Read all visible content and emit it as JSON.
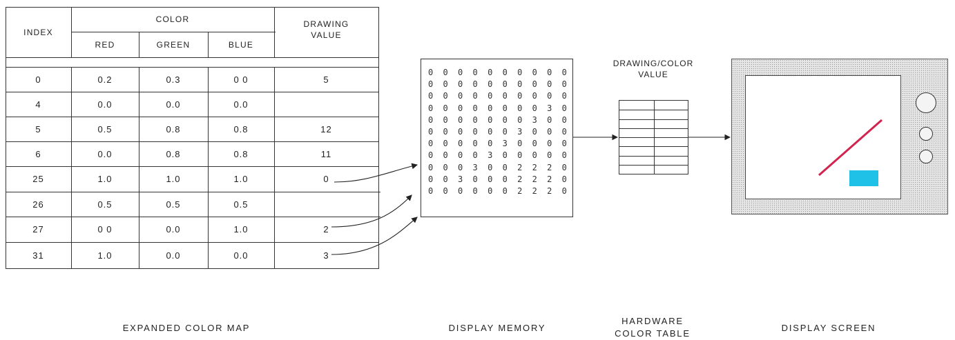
{
  "color_map": {
    "headers": {
      "index": "INDEX",
      "color": "COLOR",
      "red": "RED",
      "green": "GREEN",
      "blue": "BLUE",
      "drawing_value_line1": "DRAWING",
      "drawing_value_line2": "VALUE"
    },
    "rows": [
      {
        "index": "0",
        "red": "0.2",
        "green": "0.3",
        "blue": "0 0",
        "drawing": "5"
      },
      {
        "index": "4",
        "red": "0.0",
        "green": "0.0",
        "blue": "0.0",
        "drawing": ""
      },
      {
        "index": "5",
        "red": "0.5",
        "green": "0.8",
        "blue": "0.8",
        "drawing": "12"
      },
      {
        "index": "6",
        "red": "0.0",
        "green": "0.8",
        "blue": "0.8",
        "drawing": "11"
      },
      {
        "index": "25",
        "red": "1.0",
        "green": "1.0",
        "blue": "1.0",
        "drawing": "0"
      },
      {
        "index": "26",
        "red": "0.5",
        "green": "0.5",
        "blue": "0.5",
        "drawing": ""
      },
      {
        "index": "27",
        "red": "0 0",
        "green": "0.0",
        "blue": "1.0",
        "drawing": "2"
      },
      {
        "index": "31",
        "red": "1.0",
        "green": "0.0",
        "blue": "0.0",
        "drawing": "3"
      }
    ]
  },
  "display_memory": {
    "rows": [
      "0 0 0 0 0 0 0 0 0 0",
      "0 0 0 0 0 0 0 0 0 0",
      "0 0 0 0 0 0 0 0 0 0",
      "0 0 0 0 0 0 0 0 3 0",
      "0 0 0 0 0 0 0 3 0 0",
      "0 0 0 0 0 0 3 0 0 0",
      "0 0 0 0 0 3 0 0 0 0",
      "0 0 0 0 3 0 0 0 0 0",
      "0 0 0 3 0 0 2 2 2 0",
      "0 0 3 0 0 0 2 2 2 0",
      "0 0 0 0 0 0 2 2 2 0"
    ]
  },
  "hardware_table": {
    "caption_line1": "DRAWING/COLOR",
    "caption_line2": "VALUE",
    "row_count": 8
  },
  "display_screen": {
    "line_color": "#d2234e",
    "rect_color": "#1fc2e6",
    "knobs": [
      "large-knob",
      "small-knob",
      "small-knob"
    ]
  },
  "labels": {
    "color_map": "EXPANDED COLOR MAP",
    "display_memory": "DISPLAY MEMORY",
    "hardware_line1": "HARDWARE",
    "hardware_line2": "COLOR TABLE",
    "display_screen": "DISPLAY SCREEN"
  },
  "colors": {
    "ink": "#222222",
    "screen_bezel": "#e6e6e6"
  }
}
